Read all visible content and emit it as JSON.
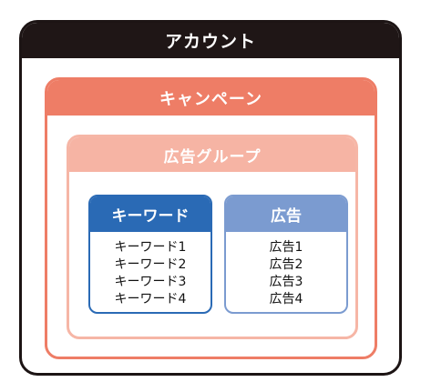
{
  "account": {
    "label": "アカウント",
    "campaign": {
      "label": "キャンペーン",
      "ad_group": {
        "label": "広告グループ",
        "keywords": {
          "label": "キーワード",
          "items": [
            "キーワード1",
            "キーワード2",
            "キーワード3",
            "キーワード4"
          ]
        },
        "ads": {
          "label": "広告",
          "items": [
            "広告1",
            "広告2",
            "広告3",
            "広告4"
          ]
        }
      }
    }
  },
  "colors": {
    "account": "#1f1616",
    "campaign": "#ee7d66",
    "ad_group": "#f6b4a4",
    "keywords": "#2a6ab5",
    "ads": "#7b9bd0"
  }
}
